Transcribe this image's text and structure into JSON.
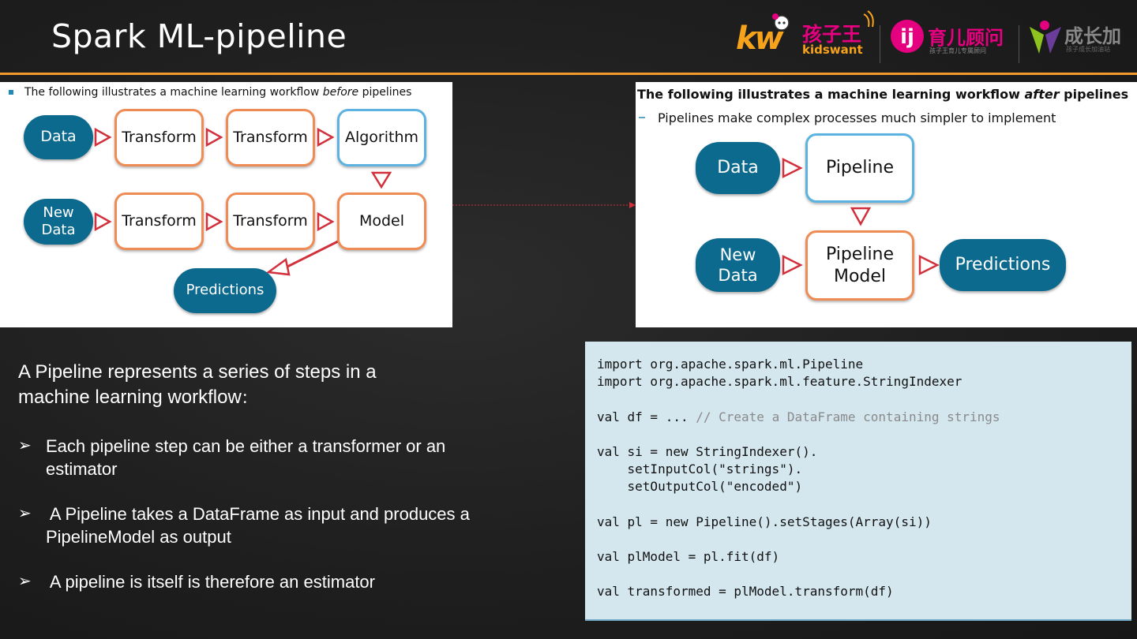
{
  "slide": {
    "title": "Spark ML-pipeline",
    "accent_color": "#f29a2e"
  },
  "logos": {
    "kidswant": {
      "mark": "kw",
      "cn": "孩子王",
      "en": "kidswant"
    },
    "yuer": {
      "cn": "育儿顾问",
      "sub": "孩子王育儿专属顾问"
    },
    "chengzhang": {
      "cn": "成长加",
      "sub": "孩子成长加油站"
    }
  },
  "before_diagram": {
    "heading_prefix": "The following illustrates a machine learning workflow ",
    "heading_em": "before",
    "heading_suffix": " pipelines",
    "nodes": {
      "data": "Data",
      "transform1": "Transform",
      "transform2": "Transform",
      "algorithm": "Algorithm",
      "new_data_line1": "New",
      "new_data_line2": "Data",
      "transform3": "Transform",
      "transform4": "Transform",
      "model": "Model",
      "predictions": "Predictions"
    }
  },
  "after_diagram": {
    "heading_prefix": "The following illustrates a machine learning workflow ",
    "heading_em": "after",
    "heading_suffix": " pipelines",
    "sub_bullet": "Pipelines make complex processes much simpler to implement",
    "nodes": {
      "data": "Data",
      "pipeline": "Pipeline",
      "new_data_line1": "New",
      "new_data_line2": "Data",
      "pipeline_model_line1": "Pipeline",
      "pipeline_model_line2": "Model",
      "predictions": "Predictions"
    }
  },
  "body": {
    "intro_line1": "A Pipeline represents a series of steps in a",
    "intro_line2": "machine learning workflow",
    "intro_colon": "：",
    "bullets": [
      {
        "line1": "Each pipeline step can be either a transformer or an",
        "line2": "estimator"
      },
      {
        "line1": " A Pipeline takes a DataFrame as input and produces a",
        "line2": "PipelineModel as output"
      },
      {
        "line1": " A pipeline is itself is therefore an estimator",
        "line2": ""
      }
    ]
  },
  "code": {
    "lines": [
      "import org.apache.spark.ml.Pipeline",
      "import org.apache.spark.ml.feature.StringIndexer",
      "",
      "val df = ... ",
      "",
      "val si = new StringIndexer().",
      "    setInputCol(\"strings\").",
      "    setOutputCol(\"encoded\")",
      "",
      "val pl = new Pipeline().setStages(Array(si))",
      "",
      "val plModel = pl.fit(df)",
      "",
      "val transformed = plModel.transform(df)"
    ],
    "comment": "// Create a DataFrame containing strings"
  }
}
